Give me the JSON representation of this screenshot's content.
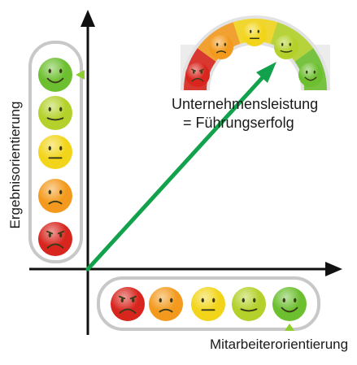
{
  "labels": {
    "y_axis": "Ergebnisorientierung",
    "x_axis": "Mitarbeiterorientierung",
    "title_line1": "Unternehmensleistung",
    "title_line2": "= Führungserfolg"
  },
  "colors": {
    "axis": "#111111",
    "arrow": "#12a24c",
    "panel_border": "#c8c8c8",
    "pointer": "#8ccf2a",
    "scale_colors": [
      "#d9261c",
      "#f08a1d",
      "#f1d91a",
      "#b9d42a",
      "#5cb82e"
    ]
  },
  "scales": {
    "vertical": {
      "order": [
        "happy",
        "content",
        "neutral",
        "sad",
        "angry"
      ],
      "colors": [
        "#6cbf2f",
        "#b3d12a",
        "#f2d51b",
        "#f39a1e",
        "#d8261e"
      ],
      "selected": "happy"
    },
    "horizontal": {
      "order": [
        "angry",
        "sad",
        "neutral",
        "content",
        "happy"
      ],
      "colors": [
        "#d8261e",
        "#f39a1e",
        "#f2d51b",
        "#b3d12a",
        "#6cbf2f"
      ],
      "selected": "happy"
    },
    "gauge": {
      "order": [
        "angry",
        "sad",
        "neutral",
        "content",
        "happy"
      ],
      "colors": [
        "#d8261e",
        "#f39a1e",
        "#f2d51b",
        "#b3d12a",
        "#6cbf2f"
      ],
      "selected": "content"
    }
  }
}
